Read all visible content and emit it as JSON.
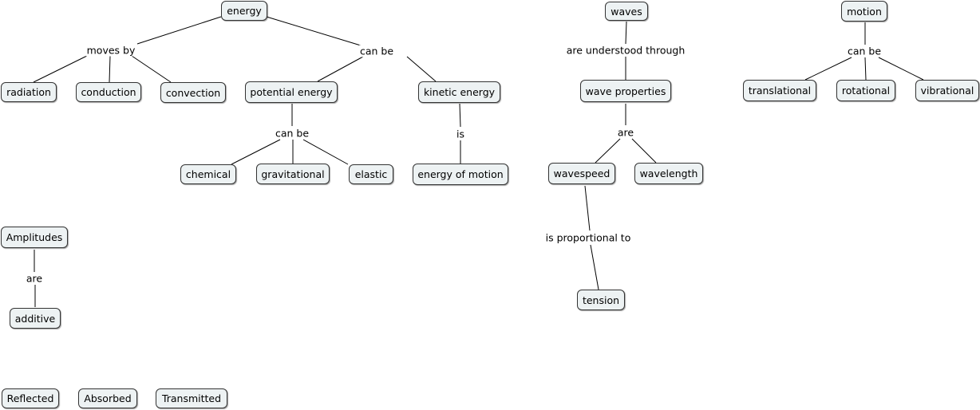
{
  "concepts": {
    "energy": "energy",
    "radiation": "radiation",
    "conduction": "conduction",
    "convection": "convection",
    "potential_energy": "potential energy",
    "kinetic_energy": "kinetic energy",
    "chemical": "chemical",
    "gravitational": "gravitational",
    "elastic": "elastic",
    "energy_of_motion": "energy of motion",
    "waves": "waves",
    "wave_properties": "wave properties",
    "wavespeed": "wavespeed",
    "wavelength": "wavelength",
    "tension": "tension",
    "motion": "motion",
    "translational": "translational",
    "rotational": "rotational",
    "vibrational": "vibrational",
    "amplitudes": "Amplitudes",
    "additive": "additive",
    "reflected": "Reflected",
    "absorbed": "Absorbed",
    "transmitted": "Transmitted"
  },
  "links": {
    "energy_moves_by": "moves by",
    "energy_can_be": "can be",
    "potential_can_be": "can be",
    "kinetic_is": "is",
    "waves_understood": "are understood through",
    "properties_are": "are",
    "wavespeed_proportional": "is proportional to",
    "motion_can_be": "can be",
    "amplitudes_are": "are"
  }
}
